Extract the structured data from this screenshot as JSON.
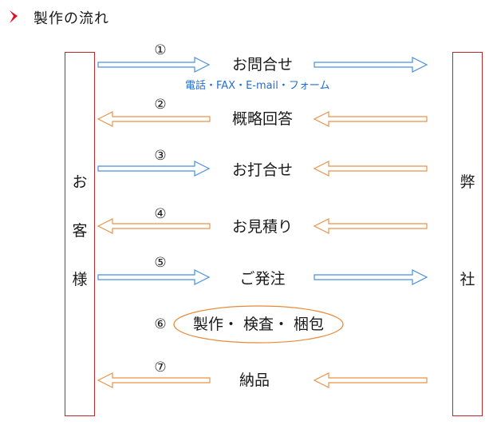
{
  "header": {
    "title": "製作の流れ",
    "marker_color": "#e0112b"
  },
  "customer_label": [
    "お",
    "客",
    "様"
  ],
  "company_label": [
    "弊",
    "社"
  ],
  "colors": {
    "to_company": "#4a8fe0",
    "to_customer": "#e8944a",
    "box_border": "#c0272d",
    "ellipse": "#e88a3a"
  },
  "steps": [
    {
      "num": "①",
      "label": "お問合せ",
      "sub": "電話・FAX・E-mail・フォーム"
    },
    {
      "num": "②",
      "label": "概略回答"
    },
    {
      "num": "③",
      "label": "お打合せ"
    },
    {
      "num": "④",
      "label": "お見積り"
    },
    {
      "num": "⑤",
      "label": "ご発注"
    },
    {
      "num": "⑥",
      "label": "製作・ 検査・ 梱包"
    },
    {
      "num": "⑦",
      "label": "納品"
    }
  ]
}
